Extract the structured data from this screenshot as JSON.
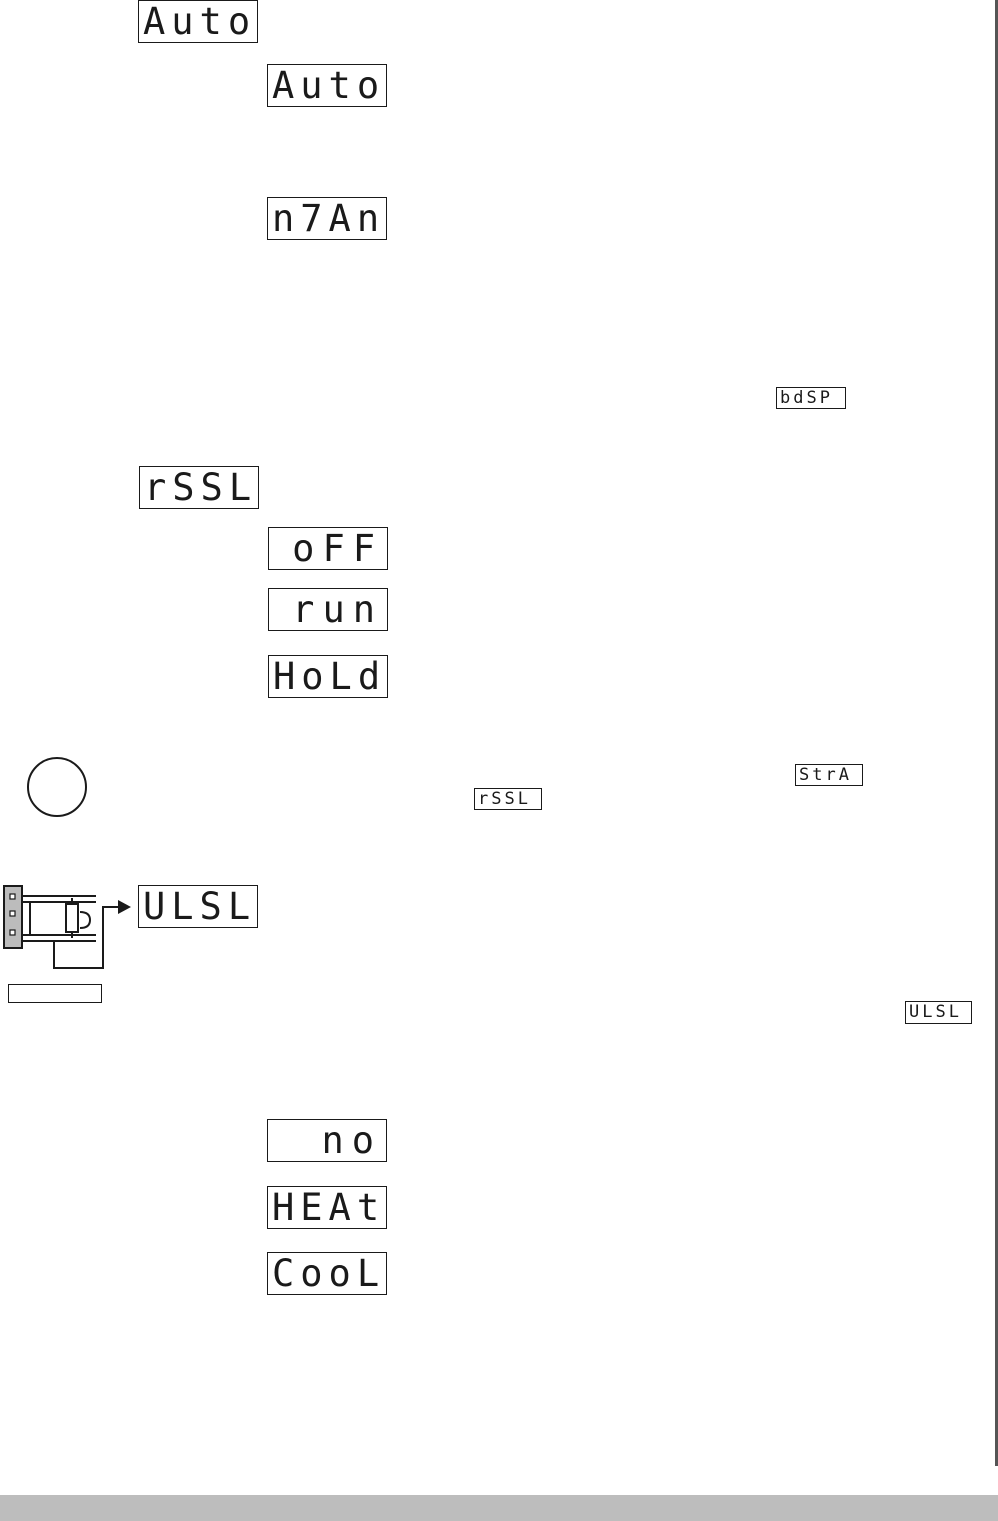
{
  "displays": {
    "auto_param": "Auto",
    "auto_option": "Auto",
    "man_option": "n7An",
    "bdsp_ref": "bdSP",
    "rssl_param": "rSSL",
    "off_option": "oFF",
    "run_option": "run",
    "hold_option": "HoLd",
    "stra_ref": "StrA",
    "rssl_ref": "rSSL",
    "ulsl_param": "ULSL",
    "ulsl_ref": "ULSL",
    "no_option": "no",
    "heat_option": "HEAt",
    "cool_option": "CooL"
  },
  "colors": {
    "lcd_border": "#1a1a1a",
    "footer_bar": "#bdbdbd",
    "panel_gray": "#bcbcbc"
  },
  "icons": {
    "note": "note-circle-icon",
    "device": "panel-mount-icon",
    "arrow": "arrow-right-icon"
  }
}
